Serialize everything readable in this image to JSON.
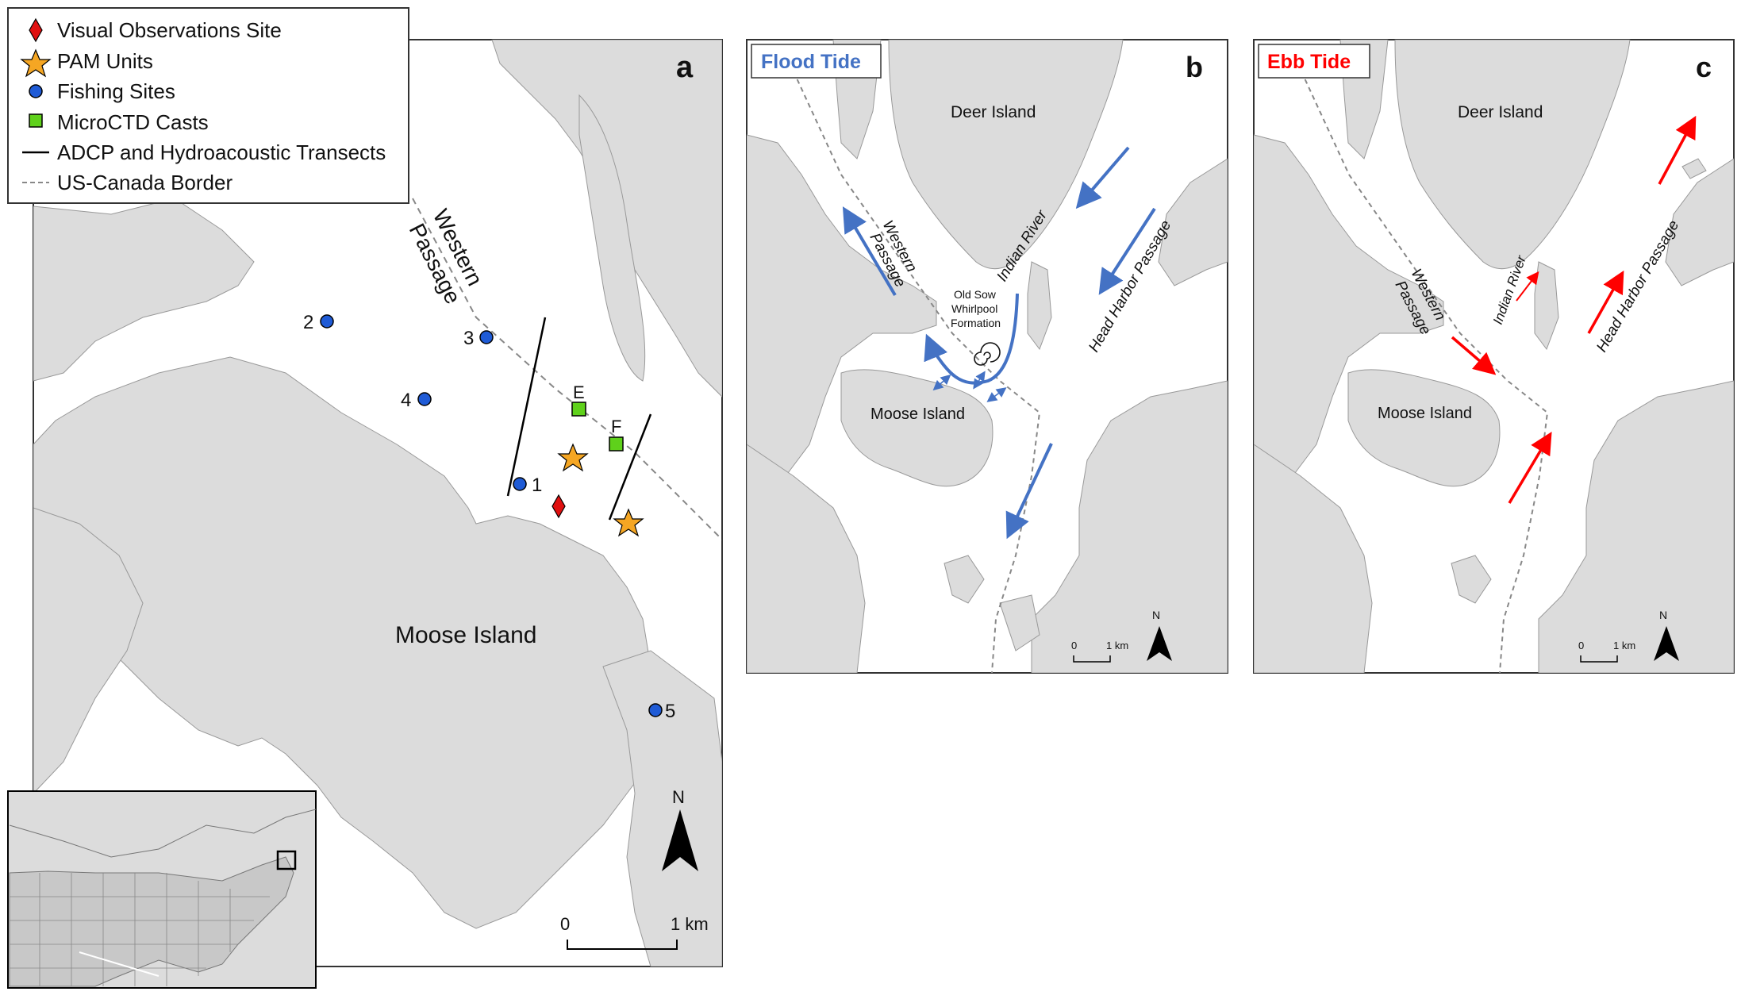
{
  "legend": {
    "visual_obs": "Visual Observations Site",
    "pam": "PAM Units",
    "fishing": "Fishing Sites",
    "ctd": "MicroCTD Casts",
    "transects": "ADCP and Hydroacoustic Transects",
    "border": "US-Canada Border"
  },
  "panel_a": {
    "letter": "a",
    "channel_1": "Western",
    "channel_2": "Passage",
    "island": "Moose Island",
    "sites": [
      "1",
      "2",
      "3",
      "4",
      "5"
    ],
    "ctd": [
      "E",
      "F"
    ],
    "scale_0": "0",
    "scale_1": "1 km",
    "north": "N"
  },
  "panel_b": {
    "letter": "b",
    "tide": "Flood Tide",
    "deer": "Deer Island",
    "moose": "Moose Island",
    "western_1": "Western",
    "western_2": "Passage",
    "indian": "Indian River",
    "headharbor": "Head Harbor Passage",
    "oldsow_1": "Old Sow",
    "oldsow_2": "Whirlpool",
    "oldsow_3": "Formation",
    "scale_0": "0",
    "scale_1": "1 km",
    "north": "N"
  },
  "panel_c": {
    "letter": "c",
    "tide": "Ebb Tide",
    "deer": "Deer Island",
    "moose": "Moose Island",
    "western_1": "Western",
    "western_2": "Passage",
    "indian": "Indian River",
    "headharbor": "Head Harbor Passage",
    "scale_0": "0",
    "scale_1": "1 km",
    "north": "N"
  },
  "colors": {
    "land": "#dcdcdc",
    "water": "#ffffff",
    "flood": "#4472c4",
    "ebb": "#ff0000",
    "fishing": "#1f5bd6",
    "ctd": "#5fd11b",
    "pam": "#f5a623",
    "visual": "#e01010"
  }
}
